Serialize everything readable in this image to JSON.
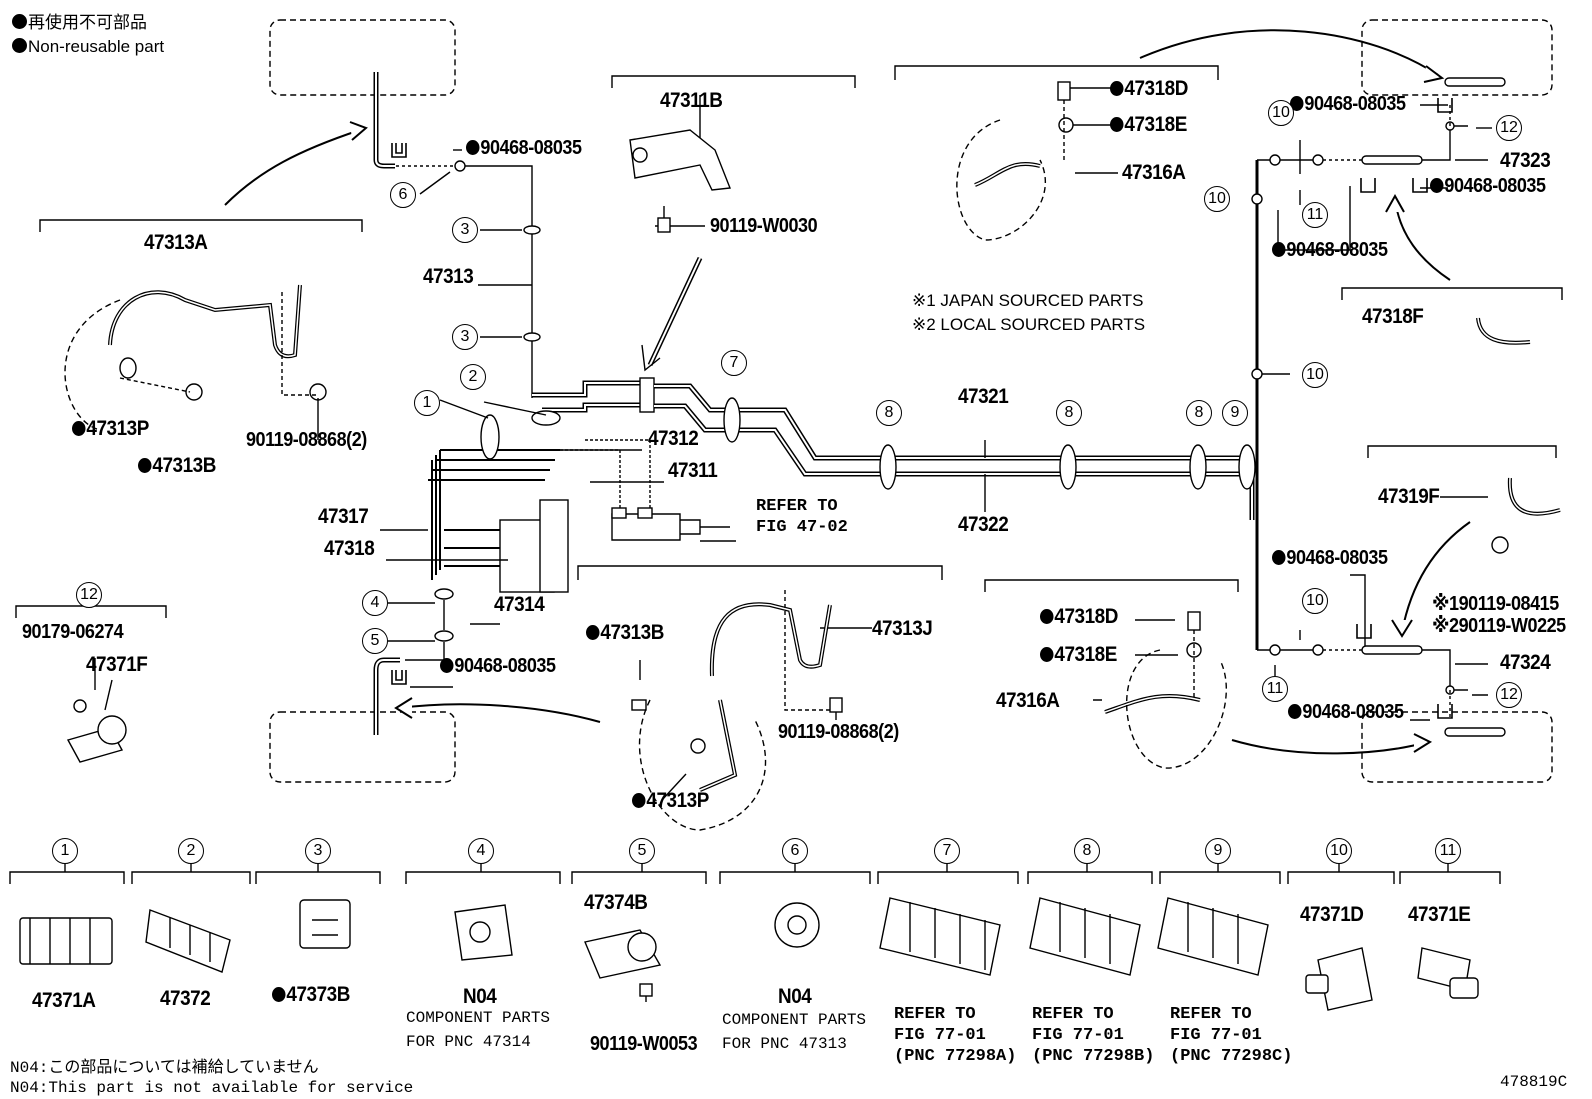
{
  "legend": {
    "jp": "再使用不可部品",
    "en": "Non-reusable part"
  },
  "notes": {
    "japan": "※1 JAPAN SOURCED PARTS",
    "local": "※2 LOCAL SOURCED PARTS"
  },
  "parts": {
    "p47313A": "47313A",
    "p47313P_left": "47313P",
    "p47313B_left": "47313B",
    "p90119_08868_left": "90119-08868(2)",
    "p90468_top": "90468-08035",
    "p47313": "47313",
    "p47311B": "47311B",
    "p90119_W0030": "90119-W0030",
    "p47312": "47312",
    "p47311": "47311",
    "refer_fig4702_a": "REFER TO",
    "refer_fig4702_b": "FIG 47-02",
    "p47317": "47317",
    "p47318": "47318",
    "p47314": "47314",
    "p90468_mid": "90468-08035",
    "p90179_06274": "90179-06274",
    "p47371F": "47371F",
    "p47313B_mid": "47313B",
    "p47313J": "47313J",
    "p90119_08868_mid": "90119-08868(2)",
    "p47313P_mid": "47313P",
    "p47321": "47321",
    "p47322": "47322",
    "p47318D_top": "47318D",
    "p47318E_top": "47318E",
    "p47316A_top": "47316A",
    "p90468_r1": "90468-08035",
    "p47323": "47323",
    "p90468_r2": "90468-08035",
    "p90468_r3": "90468-08035",
    "p47318F": "47318F",
    "p47319F": "47319F",
    "p90119_08415": "※190119-08415",
    "p90119_W0225": "※290119-W0225",
    "p90468_r4": "90468-08035",
    "p47324": "47324",
    "p90468_r5": "90468-08035",
    "p47318D_bot": "47318D",
    "p47318E_bot": "47318E",
    "p47316A_bot": "47316A"
  },
  "callouts": {
    "c1": "1",
    "c2": "2",
    "c3": "3",
    "c4": "4",
    "c5": "5",
    "c6": "6",
    "c7": "7",
    "c8": "8",
    "c9": "9",
    "c10": "10",
    "c11": "11",
    "c12": "12"
  },
  "bottom_row": [
    {
      "num": "1",
      "part": "47371A",
      "nonreusable": false
    },
    {
      "num": "2",
      "part": "47372",
      "nonreusable": false
    },
    {
      "num": "3",
      "part": "47373B",
      "nonreusable": true
    },
    {
      "num": "4",
      "part": "N04",
      "sub1": "COMPONENT PARTS",
      "sub2": "FOR PNC 47314"
    },
    {
      "num": "5",
      "part": "47374B",
      "extra": "90119-W0053"
    },
    {
      "num": "6",
      "part": "N04",
      "sub1": "COMPONENT PARTS",
      "sub2": "FOR PNC 47313"
    },
    {
      "num": "7",
      "r1": "REFER TO",
      "r2": "FIG 77-01",
      "r3": "(PNC 77298A)"
    },
    {
      "num": "8",
      "r1": "REFER TO",
      "r2": "FIG 77-01",
      "r3": "(PNC 77298B)"
    },
    {
      "num": "9",
      "r1": "REFER TO",
      "r2": "FIG 77-01",
      "r3": "(PNC 77298C)"
    },
    {
      "num": "10",
      "part": "47371D"
    },
    {
      "num": "11",
      "part": "47371E"
    }
  ],
  "callout12_bracket": "12",
  "footer": {
    "jp": "N04:この部品については補給していません",
    "en": "N04:This part is not available for service",
    "fig_id": "478819C"
  }
}
